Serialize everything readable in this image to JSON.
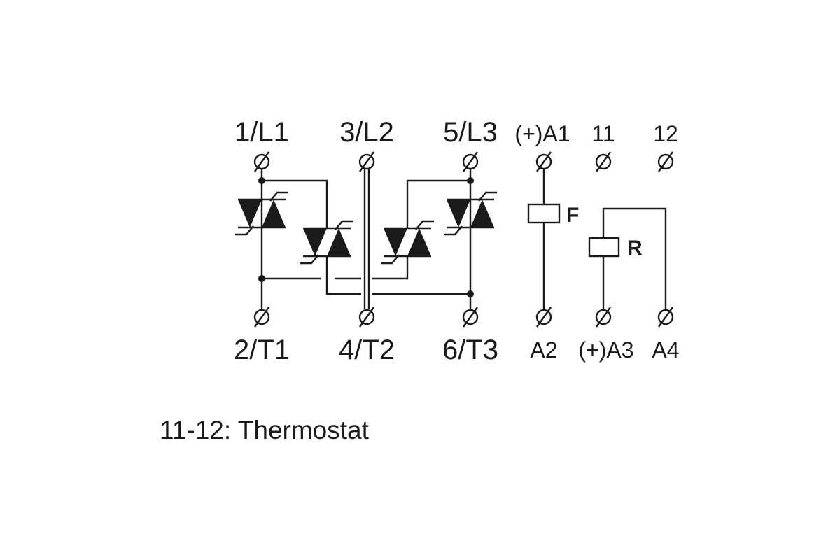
{
  "terminals_top": {
    "l1": "1/L1",
    "l2": "3/L2",
    "l3": "5/L3",
    "a1": "(+)A1",
    "t11": "11",
    "t12": "12"
  },
  "terminals_bottom": {
    "t1": "2/T1",
    "t2": "4/T2",
    "t3": "6/T3",
    "a2": "A2",
    "a3": "(+)A3",
    "a4": "A4"
  },
  "coils": {
    "f": "F",
    "r": "R"
  },
  "legend": "11-12: Thermostat"
}
